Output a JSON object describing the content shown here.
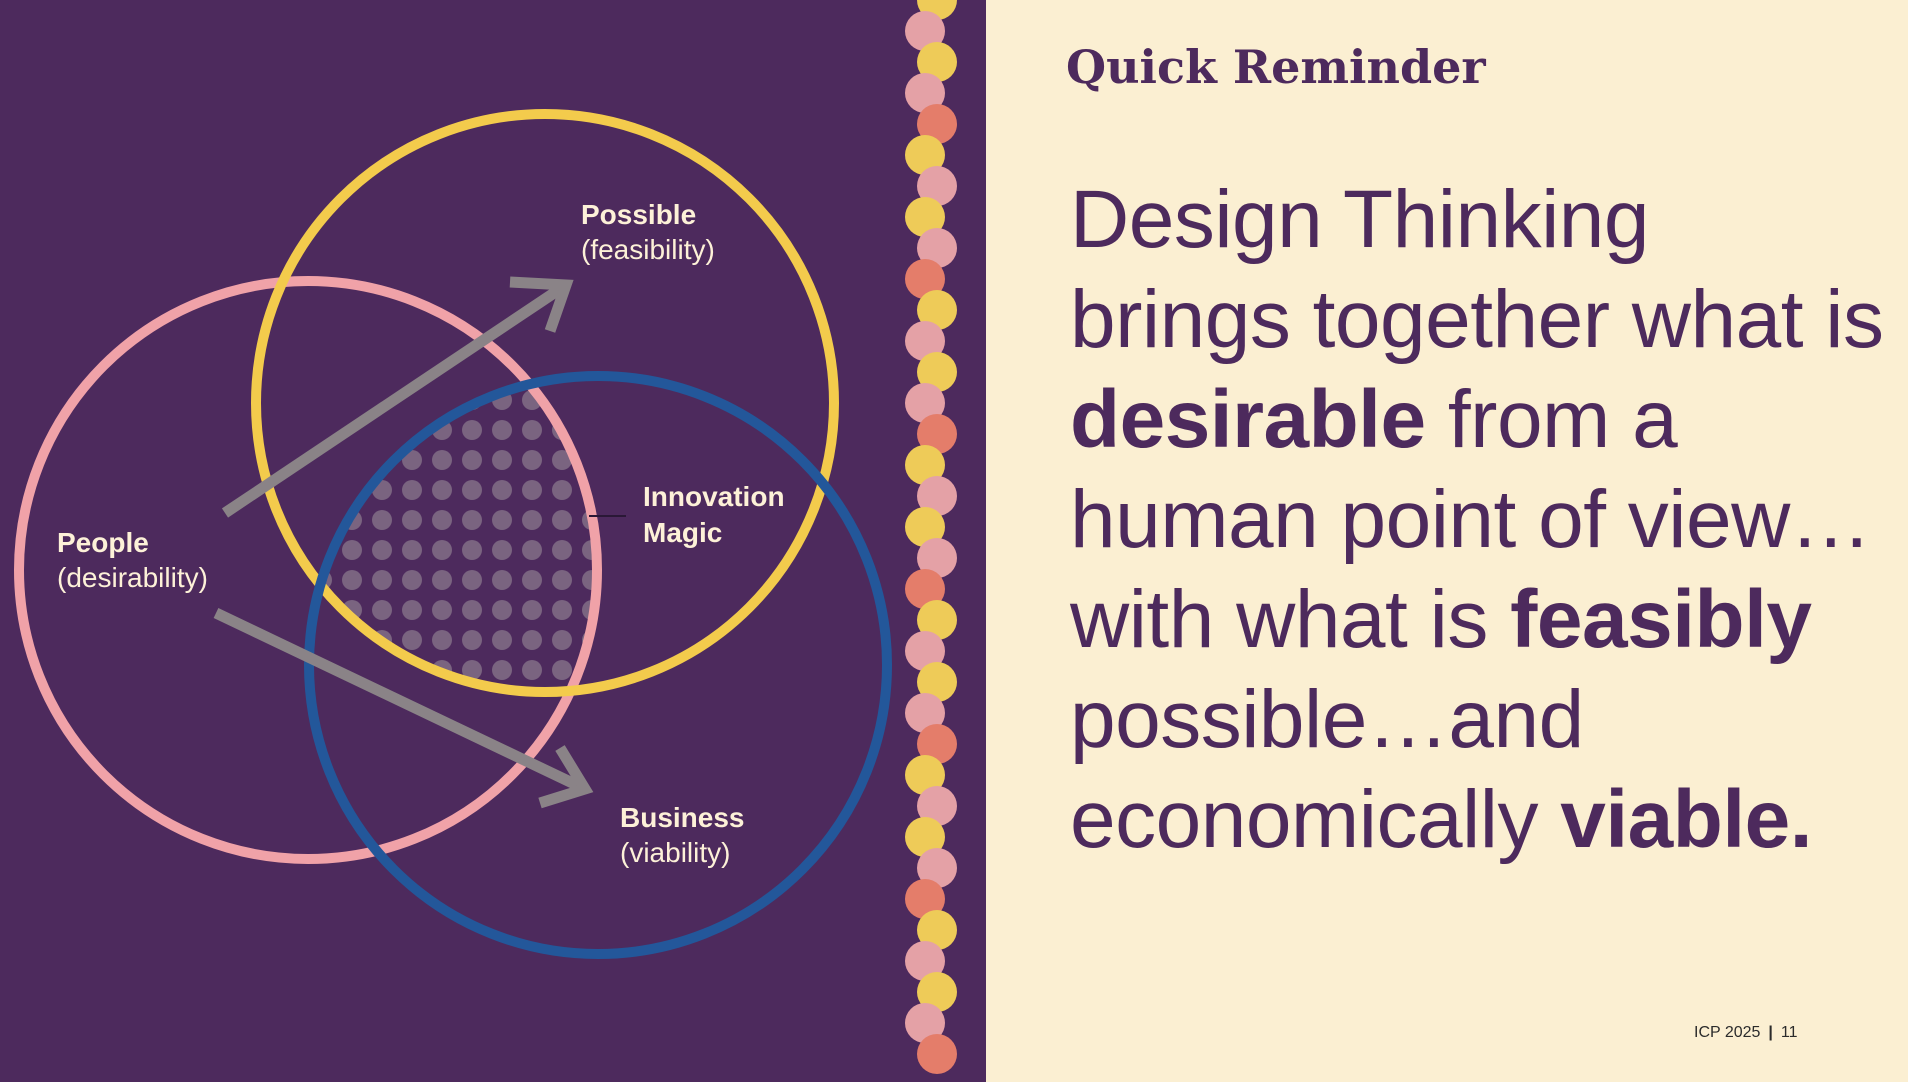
{
  "slide": {
    "title": "Quick Reminder",
    "body": [
      {
        "text": "Design Thinking brings together what is ",
        "bold": false
      },
      {
        "text": "desirable",
        "bold": true
      },
      {
        "text": " from a human point of view…with what is ",
        "bold": false
      },
      {
        "text": "feasibly",
        "bold": true
      },
      {
        "text": " possible…and economically ",
        "bold": false
      },
      {
        "text": "viable",
        "bold": true
      },
      {
        "text": ".",
        "bold": false
      }
    ],
    "footer": {
      "event": "ICP 2025",
      "separator": "|",
      "page_number": "11"
    }
  },
  "diagram": {
    "people": {
      "title": "People",
      "subtitle": "(desirability)",
      "color": "#f0a2a8"
    },
    "possible": {
      "title": "Possible",
      "subtitle": "(feasibility)",
      "color": "#f3cb4c"
    },
    "business": {
      "title": "Business",
      "subtitle": "(viability)",
      "color": "#23579a"
    },
    "innovation": {
      "line1": "Innovation",
      "line2": "Magic"
    },
    "arrow_color": "#8a8387",
    "dot_color": "#7a6480"
  },
  "colors": {
    "background_dark": "#4d2a5d",
    "background_light": "#fbefd2",
    "text_purple": "#4d2a5d",
    "scallop_yellow": "#eecb58",
    "scallop_pink": "#e4a1a6",
    "scallop_coral": "#e47d6a"
  }
}
